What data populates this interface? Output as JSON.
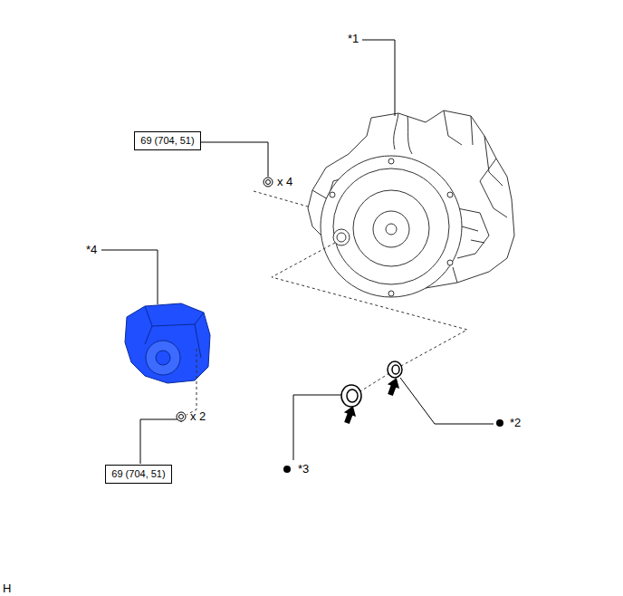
{
  "diagram": {
    "nodes": [
      {
        "text": [
          "69 (704, 51)"
        ]
      },
      {
        "text": [
          "69 (704, 51)"
        ]
      }
    ],
    "labels": [
      "*1",
      "x 4",
      "*4",
      "x 2",
      "*2",
      "*3",
      "H"
    ]
  }
}
